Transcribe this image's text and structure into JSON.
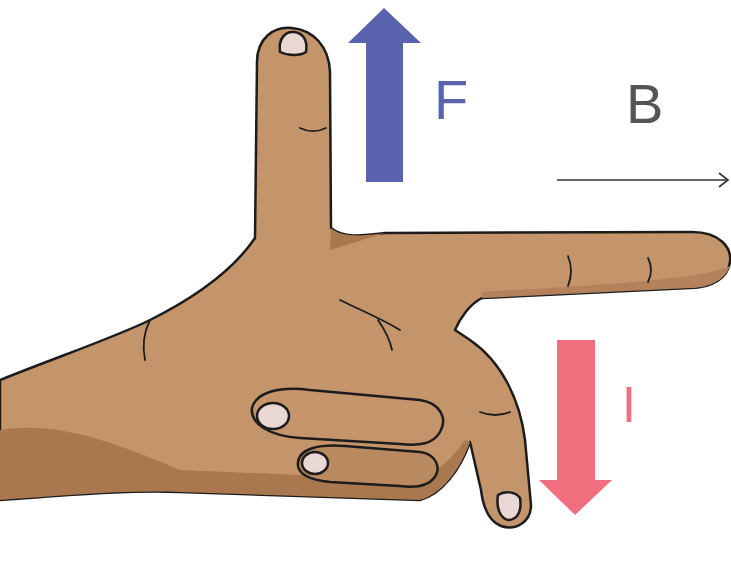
{
  "diagram": {
    "labels": [
      "F",
      "B",
      "I"
    ]
  }
}
